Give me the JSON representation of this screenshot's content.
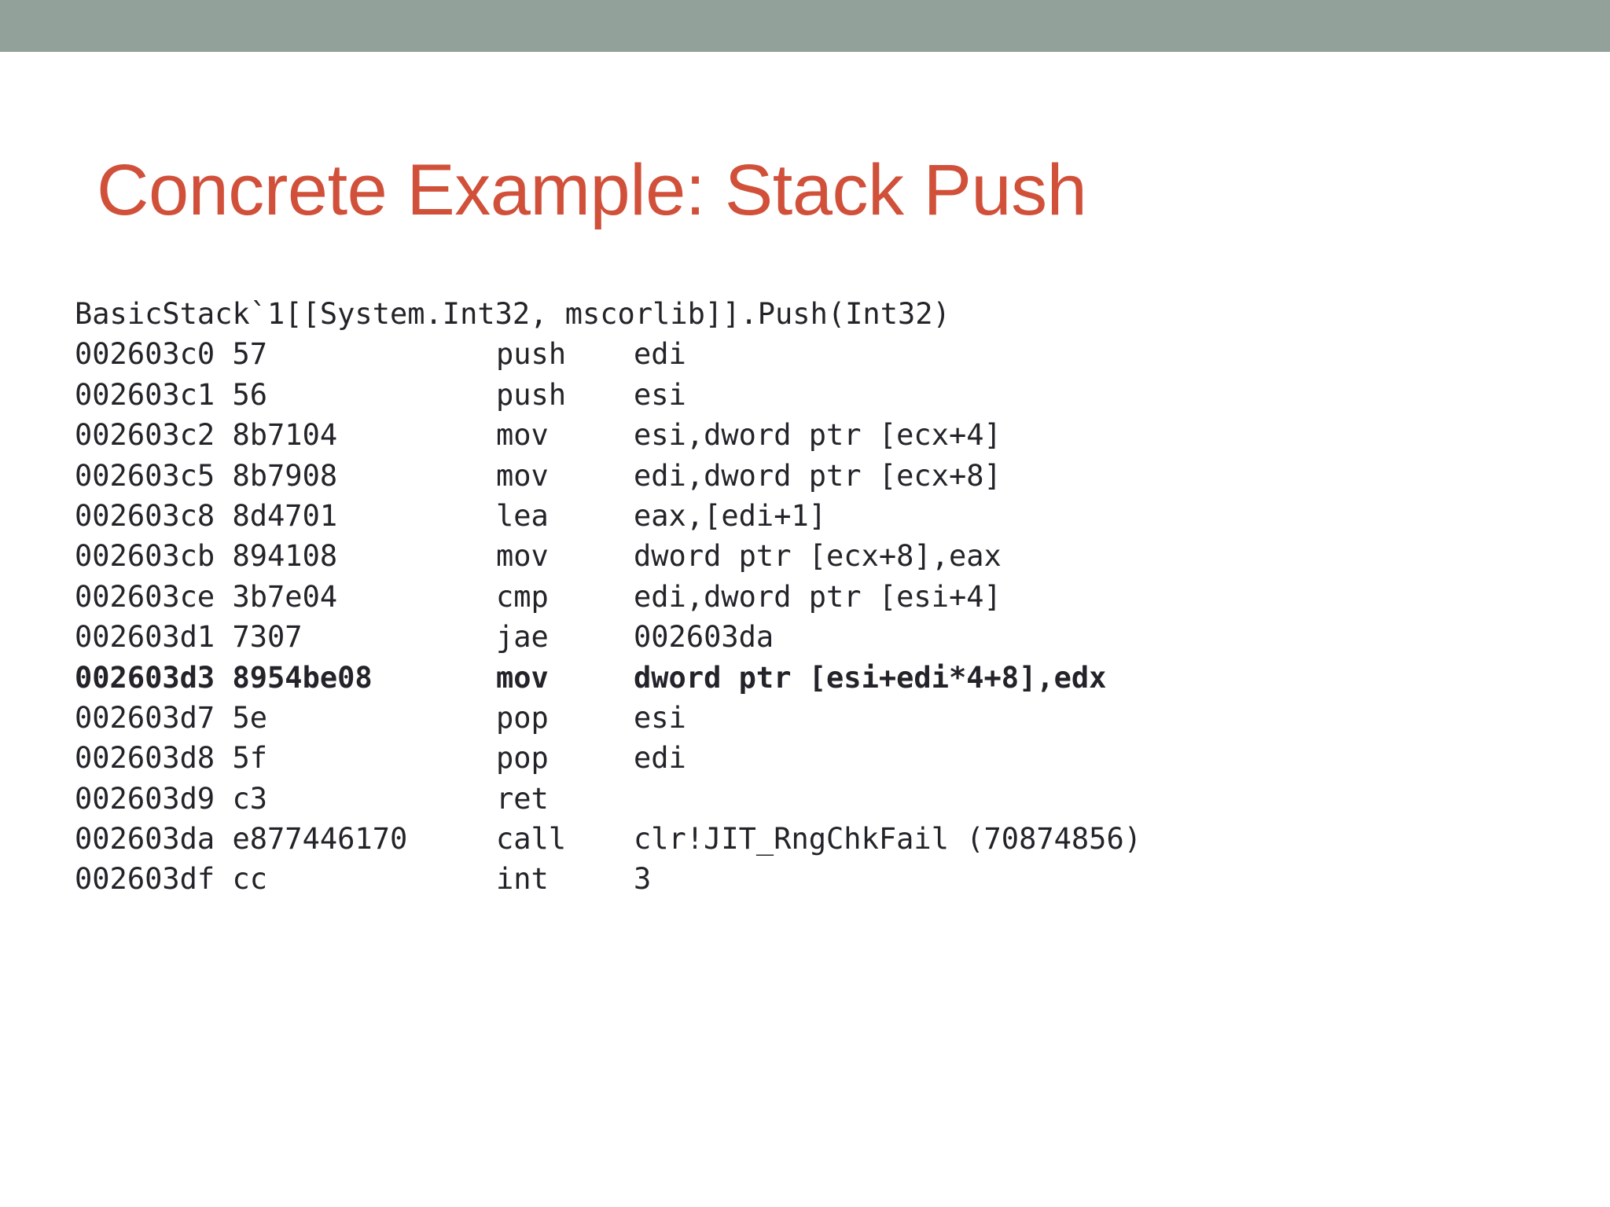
{
  "theme": {
    "band_color": "#92a29a",
    "title_color": "#d1503a",
    "code_color": "#232329",
    "background_color": "#ffffff"
  },
  "slide": {
    "title": "Concrete Example: Stack Push"
  },
  "code": {
    "signature": "BasicStack`1[[System.Int32, mscorlib]].Push(Int32)",
    "lines": [
      {
        "address": "002603c0 57",
        "mnemonic": "push",
        "operands": "edi",
        "bold": false
      },
      {
        "address": "002603c1 56",
        "mnemonic": "push",
        "operands": "esi",
        "bold": false
      },
      {
        "address": "002603c2 8b7104",
        "mnemonic": "mov",
        "operands": "esi,dword ptr [ecx+4]",
        "bold": false
      },
      {
        "address": "002603c5 8b7908",
        "mnemonic": "mov",
        "operands": "edi,dword ptr [ecx+8]",
        "bold": false
      },
      {
        "address": "002603c8 8d4701",
        "mnemonic": "lea",
        "operands": "eax,[edi+1]",
        "bold": false
      },
      {
        "address": "002603cb 894108",
        "mnemonic": "mov",
        "operands": "dword ptr [ecx+8],eax",
        "bold": false
      },
      {
        "address": "002603ce 3b7e04",
        "mnemonic": "cmp",
        "operands": "edi,dword ptr [esi+4]",
        "bold": false
      },
      {
        "address": "002603d1 7307",
        "mnemonic": "jae",
        "operands": "002603da",
        "bold": false
      },
      {
        "address": "002603d3 8954be08",
        "mnemonic": "mov",
        "operands": "dword ptr [esi+edi*4+8],edx",
        "bold": true
      },
      {
        "address": "002603d7 5e",
        "mnemonic": "pop",
        "operands": "esi",
        "bold": false
      },
      {
        "address": "002603d8 5f",
        "mnemonic": "pop",
        "operands": "edi",
        "bold": false
      },
      {
        "address": "002603d9 c3",
        "mnemonic": "ret",
        "operands": "",
        "bold": false
      },
      {
        "address": "002603da e877446170",
        "mnemonic": "call",
        "operands": "clr!JIT_RngChkFail (70874856)",
        "bold": false
      },
      {
        "address": "002603df cc",
        "mnemonic": "int",
        "operands": "3",
        "bold": false
      }
    ]
  }
}
